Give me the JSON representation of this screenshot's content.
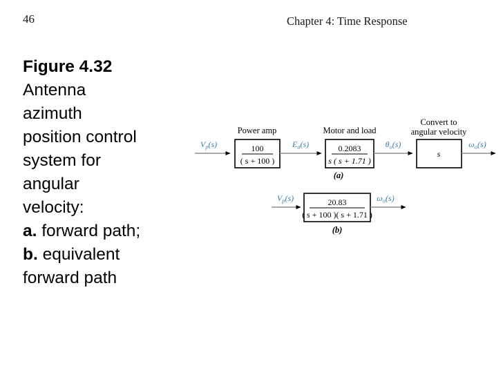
{
  "header": {
    "page_number": "46",
    "title": "Chapter 4: Time Response"
  },
  "caption": {
    "figure_label": "Figure 4.32",
    "lines": [
      "Antenna",
      "azimuth",
      "position control",
      "system for",
      "angular",
      "velocity:"
    ],
    "item_a_marker": "a.",
    "item_a_text": " forward path;",
    "item_b_marker": "b.",
    "item_b_text": " equivalent",
    "item_b_cont": "forward path"
  },
  "colors": {
    "signal_label": "#3b7ea8",
    "connector_line": "#8e8e8e",
    "box_border": "#000000",
    "text": "#000000",
    "background": "#ffffff"
  },
  "figure": {
    "diagram_a": {
      "sublabel": "(a)",
      "blocks": [
        {
          "title": "Power amp",
          "numerator": "100",
          "denominator": "( s + 100 )",
          "single": ""
        },
        {
          "title": "Motor and load",
          "numerator": "0.2083",
          "denominator": "s ( s + 1.71 )",
          "single": ""
        },
        {
          "title_line1": "Convert to",
          "title_line2": "angular velocity",
          "numerator": "",
          "denominator": "",
          "single": "s"
        }
      ],
      "signals": [
        "V",
        "p",
        "(s)"
      ],
      "signal_labels": [
        {
          "base": "V",
          "sub": "p",
          "tail": "(s)"
        },
        {
          "base": "E",
          "sub": "a",
          "tail": "(s)"
        },
        {
          "base": "θ",
          "sub": "o",
          "tail": "(s)"
        },
        {
          "base": "ω",
          "sub": "o",
          "tail": "(s)"
        }
      ]
    },
    "diagram_b": {
      "sublabel": "(b)",
      "block": {
        "numerator": "20.83",
        "denominator": "( s + 100 )( s + 1.71 )"
      },
      "signal_labels": [
        {
          "base": "V",
          "sub": "p",
          "tail": "(s)"
        },
        {
          "base": "ω",
          "sub": "o",
          "tail": "(s)"
        }
      ]
    }
  }
}
